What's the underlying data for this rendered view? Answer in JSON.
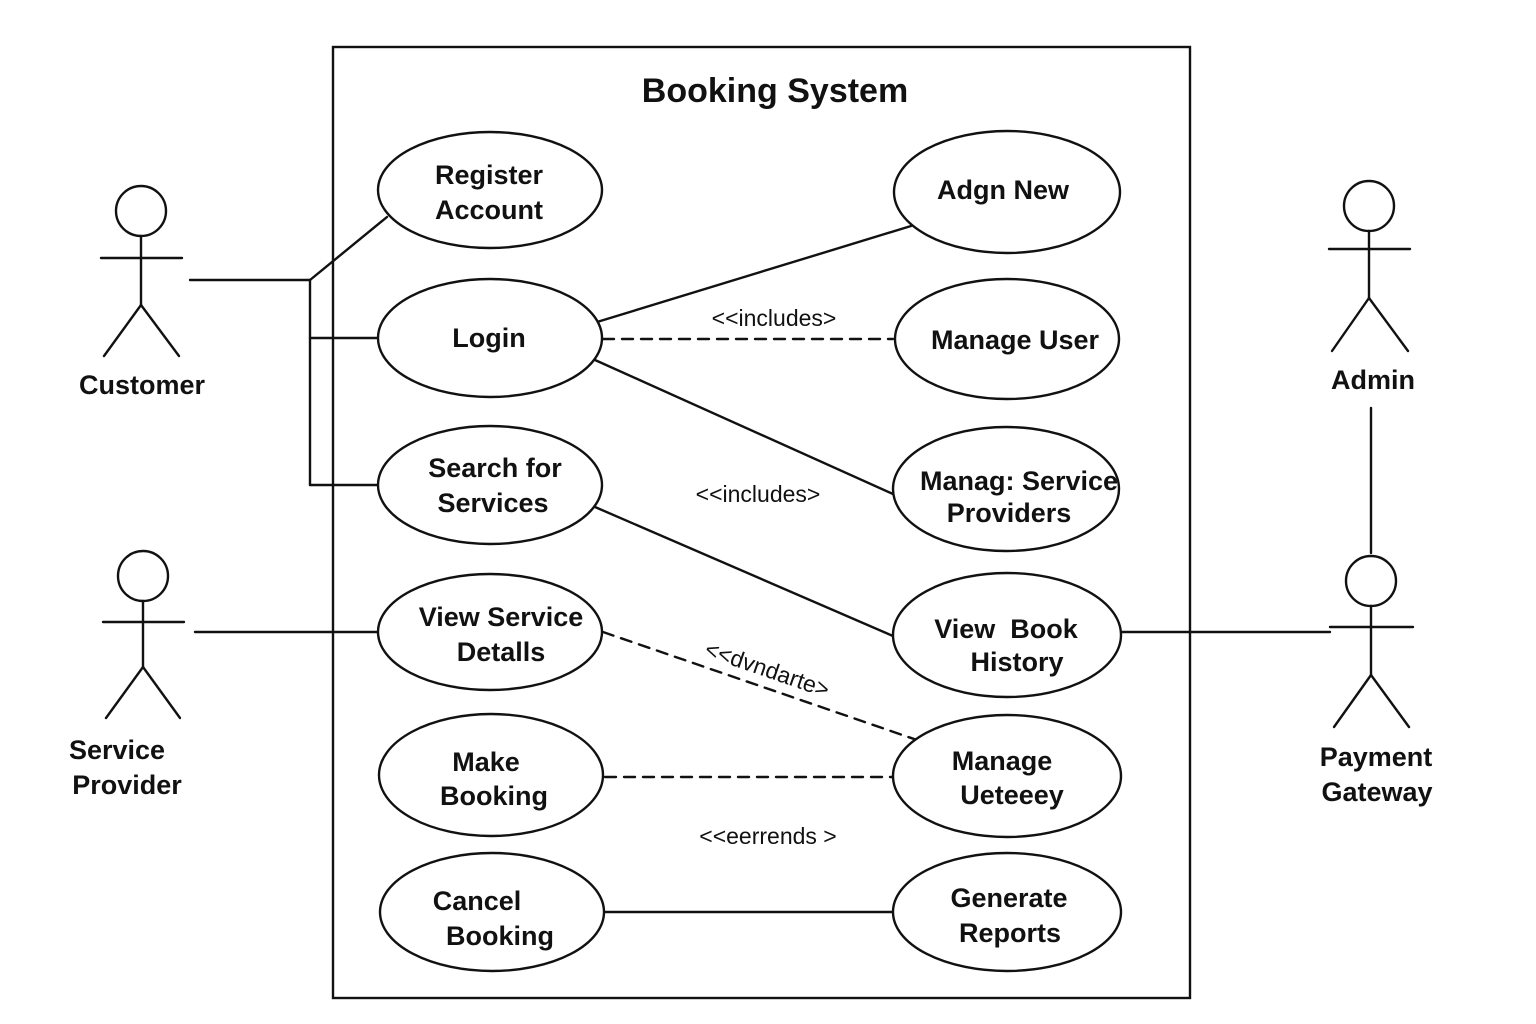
{
  "system": {
    "title": "Booking System"
  },
  "actors": {
    "customer": {
      "label": "Customer"
    },
    "service_provider": {
      "label_lines": [
        "Service",
        "Provider"
      ]
    },
    "admin": {
      "label": "Admin"
    },
    "payment_gateway": {
      "label_lines": [
        "Payment",
        "Gateway"
      ]
    }
  },
  "use_cases": {
    "register_account": {
      "lines": [
        "Register",
        "Account"
      ]
    },
    "login": {
      "lines": [
        "Login"
      ]
    },
    "search_for_services": {
      "lines": [
        "Search for",
        "Services"
      ]
    },
    "view_service_details": {
      "lines": [
        "View Service",
        "Detalls"
      ]
    },
    "make_booking": {
      "lines": [
        "Make",
        "Booking"
      ]
    },
    "cancel_booking": {
      "lines": [
        "Cancel",
        "Booking"
      ]
    },
    "adgn_new": {
      "lines": [
        "Adgn New"
      ]
    },
    "manage_user": {
      "lines": [
        "Manage User"
      ]
    },
    "manage_service_providers": {
      "lines": [
        "Manag: Service",
        "Providers"
      ]
    },
    "view_book_history": {
      "lines": [
        "View  Book",
        "History"
      ]
    },
    "manage_ueteeey": {
      "lines": [
        "Manage",
        "Ueteeey"
      ]
    },
    "generate_reports": {
      "lines": [
        "Generate",
        "Reports"
      ]
    }
  },
  "stereotypes": {
    "includes_1": "<<includes>",
    "includes_2": "<<includes>",
    "dvndarte": "<<dvndarte>",
    "eerrends": "<<eerrends >"
  },
  "colors": {
    "line": "#111111",
    "background": "#ffffff"
  }
}
